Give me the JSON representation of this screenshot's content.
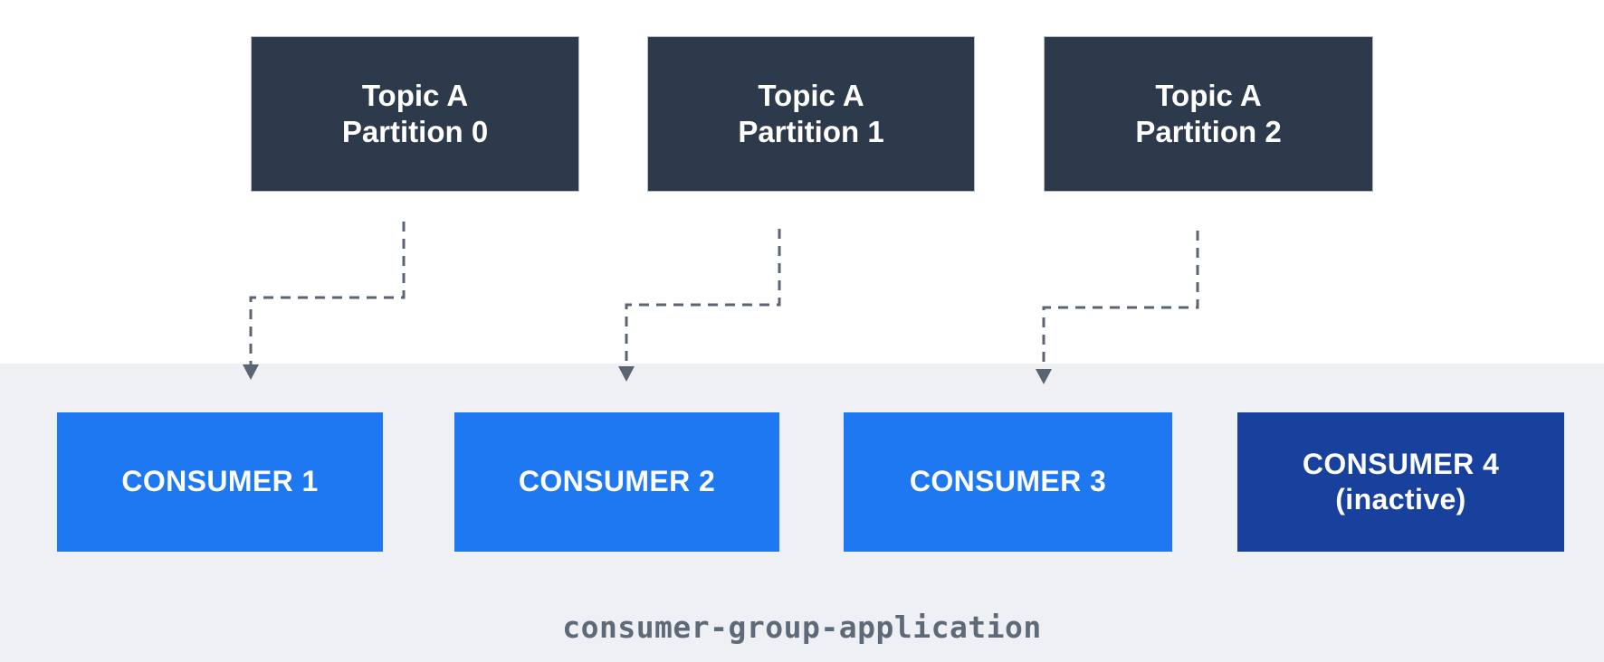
{
  "diagram": {
    "title_hint": "Kafka topic partitions assigned to consumers in a consumer group"
  },
  "partitions": [
    {
      "line1": "Topic A",
      "line2": "Partition 0"
    },
    {
      "line1": "Topic A",
      "line2": "Partition 1"
    },
    {
      "line1": "Topic A",
      "line2": "Partition 2"
    }
  ],
  "consumers": [
    {
      "label": "CONSUMER 1",
      "status": "active"
    },
    {
      "label": "CONSUMER 2",
      "status": "active"
    },
    {
      "label": "CONSUMER 3",
      "status": "active"
    },
    {
      "label": "CONSUMER 4",
      "sublabel": "(inactive)",
      "status": "inactive"
    }
  ],
  "group_label": "consumer-group-application",
  "colors": {
    "page_bg": "#ffffff",
    "band_bg": "#eef0f3",
    "partition_box_bg": "#2d3a4b",
    "partition_box_border": "#b6bfca",
    "consumer_active_bg": "#1d78f2",
    "consumer_inactive_bg": "#17419c",
    "box_text": "#ffffff",
    "arrow": "#5b6473",
    "group_label_text": "#5f6a79"
  }
}
